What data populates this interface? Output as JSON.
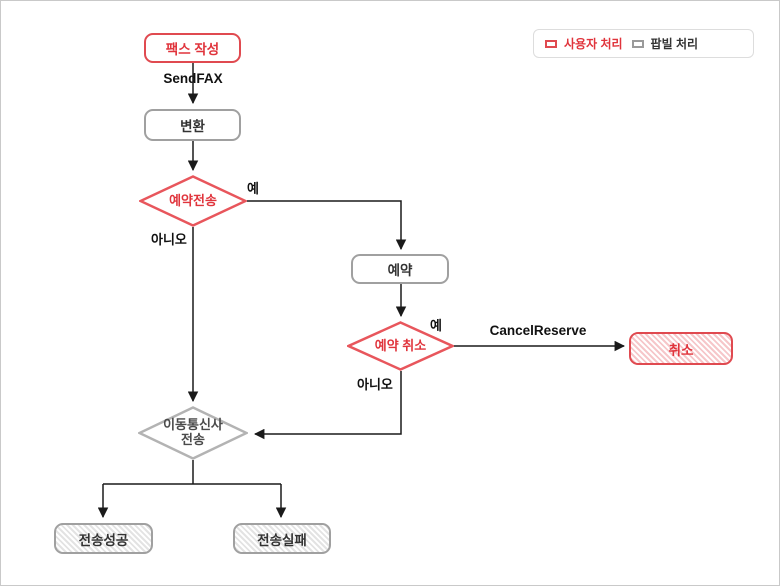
{
  "colors": {
    "user_red": "#e04a50",
    "popbill_gray": "#9a9a9a",
    "line_black": "#1a1a1a",
    "canvas_border": "#c9c9c9"
  },
  "legend": {
    "items": [
      {
        "label": "사용자 처리",
        "type": "user"
      },
      {
        "label": "팝빌 처리",
        "type": "popbill"
      }
    ]
  },
  "nodes": {
    "fax_compose": "팩스 작성",
    "convert": "변환",
    "reserve_send": "예약전송",
    "reserve": "예약",
    "reserve_cancel": "예약 취소",
    "cancel": "취소",
    "carrier_send_line1": "이동통신사",
    "carrier_send_line2": "전송",
    "send_success": "전송성공",
    "send_fail": "전송실패"
  },
  "edge_labels": {
    "sendfax": "SendFAX",
    "reserve_send_yes": "예",
    "reserve_send_no": "아니오",
    "reserve_cancel_yes": "예",
    "reserve_cancel_no": "아니오",
    "cancel_reserve": "CancelReserve"
  }
}
